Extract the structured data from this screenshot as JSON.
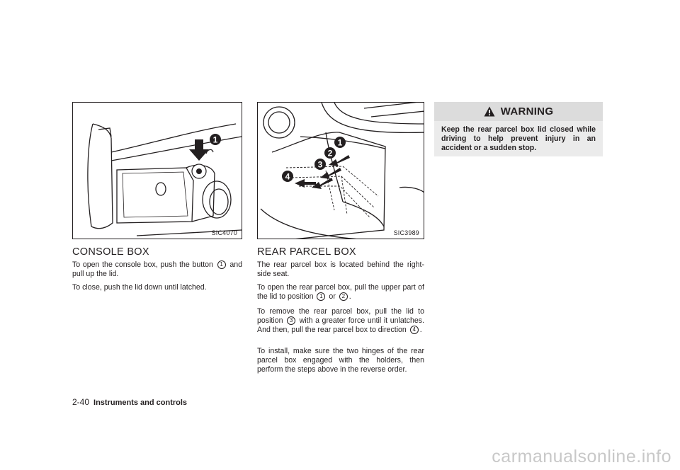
{
  "figures": {
    "left_code": "SIC4070",
    "left_callouts": [
      "1"
    ],
    "middle_code": "SIC3989",
    "middle_callouts": [
      "1",
      "2",
      "3",
      "4"
    ]
  },
  "console": {
    "heading": "CONSOLE BOX",
    "p1_before": "To open the console box, push the button",
    "p1_ref": "1",
    "p1_after": "and pull up the lid.",
    "p2": "To close, push the lid down until latched."
  },
  "parcel": {
    "heading": "REAR PARCEL BOX",
    "p1": "The rear parcel box is located behind the right-side seat.",
    "p2_before": "To open the rear parcel box, pull the upper part of the lid to position",
    "p2_ref1": "1",
    "p2_mid": "or",
    "p2_ref2": "2",
    "p2_end": ".",
    "p3_a": "To remove the rear parcel box, pull the lid to position",
    "p3_ref3": "3",
    "p3_b": "with a greater force until it unlatches. And then, pull the rear parcel box to direction",
    "p3_ref4": "4",
    "p3_end": ".",
    "p4": "To install, make sure the two hinges of the rear parcel box engaged with the holders, then perform the steps above in the reverse order."
  },
  "warning": {
    "title": "WARNING",
    "text": "Keep the rear parcel box lid closed while driving to help prevent injury in an accident or a sudden stop."
  },
  "footer": {
    "page": "2-40",
    "section": "Instruments and controls"
  },
  "watermark": "carmanualsonline.info"
}
